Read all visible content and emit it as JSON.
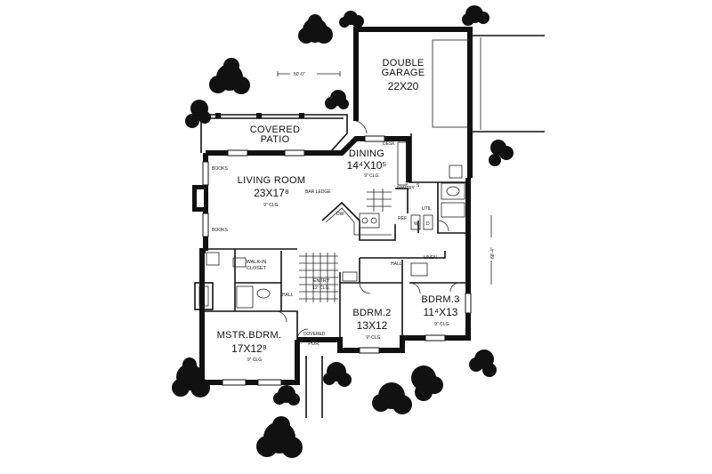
{
  "overall_width": "50'-0\"",
  "overall_depth": "68'-4\"",
  "rooms": {
    "garage_name_1": "DOUBLE",
    "garage_name_2": "GARAGE",
    "garage_dim": "22X20",
    "patio_name_1": "COVERED",
    "patio_name_2": "PATIO",
    "dining_name": "DINING",
    "dining_dim": "14⁴X10⁵",
    "dining_clg": "9\" CLG.",
    "living_name": "LIVING ROOM",
    "living_dim": "23X17⁸",
    "living_clg": "9\" CLG.",
    "entry_name": "ENTRY",
    "entry_clg": "12' CLG.",
    "walkin_1": "WALK-IN",
    "walkin_2": "CLOSET",
    "master_name": "MSTR.BDRM.",
    "master_dim": "17X12⁸",
    "master_clg": "9\" CLG",
    "bdrm2_name": "BDRM.2",
    "bdrm2_dim": "13X12",
    "bdrm2_clg": "9\" CLG.",
    "bdrm3_name": "BDRM.3",
    "bdrm3_dim": "11⁴X13",
    "bdrm3_clg": "9\" CLG.",
    "porch_1": "COVERED",
    "porch_2": "POR."
  },
  "labels": {
    "books_top": "BOOKS",
    "books_bottom": "BOOKS",
    "bar_ledge": "BAR LEDGE",
    "desk": "DESK",
    "pantry": "PANTRY",
    "hall_main": "HALL",
    "hall_master": "HALL",
    "linen": "LINEN",
    "util": "UTIL",
    "dw": "DW",
    "ref": "REF",
    "w": "W",
    "d": "D",
    "s": "S"
  }
}
